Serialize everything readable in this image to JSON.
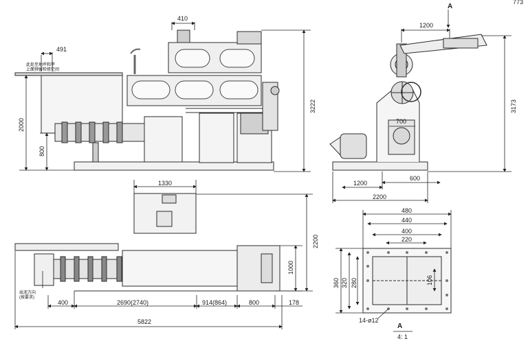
{
  "corner_label": "773",
  "side_view": {
    "dim_hopper_offset": "491",
    "dim_top_width": "410",
    "dim_total_height": "3222",
    "dim_hopper_height": "2000",
    "dim_axis_height": "800",
    "chinese_note": "此处至地坪和平\n上面预留检修空间"
  },
  "end_view": {
    "view_marker": "A",
    "dim_arm": "1200",
    "dim_height": "3173",
    "dim_opening": "700",
    "dim_left": "1200",
    "dim_right": "600",
    "dim_total_width": "2200"
  },
  "top_view": {
    "dim_motor": "1330",
    "dim_depth": "2200",
    "dim_die_width": "1000",
    "dim_left": "400",
    "dim_barrel": "2690(2740)",
    "dim_mid": "914(864)",
    "dim_outlet": "800",
    "dim_end": "178",
    "dim_total_length": "5822",
    "chinese_note": "出泥方向\n(按要求)"
  },
  "flange_view": {
    "dim_480": "480",
    "dim_440": "440",
    "dim_400": "400",
    "dim_220": "220",
    "dim_360": "360",
    "dim_320": "320",
    "dim_280": "280",
    "dim_106": "106",
    "holes": "14-ø12",
    "view_marker": "A",
    "scale": "4: 1"
  }
}
